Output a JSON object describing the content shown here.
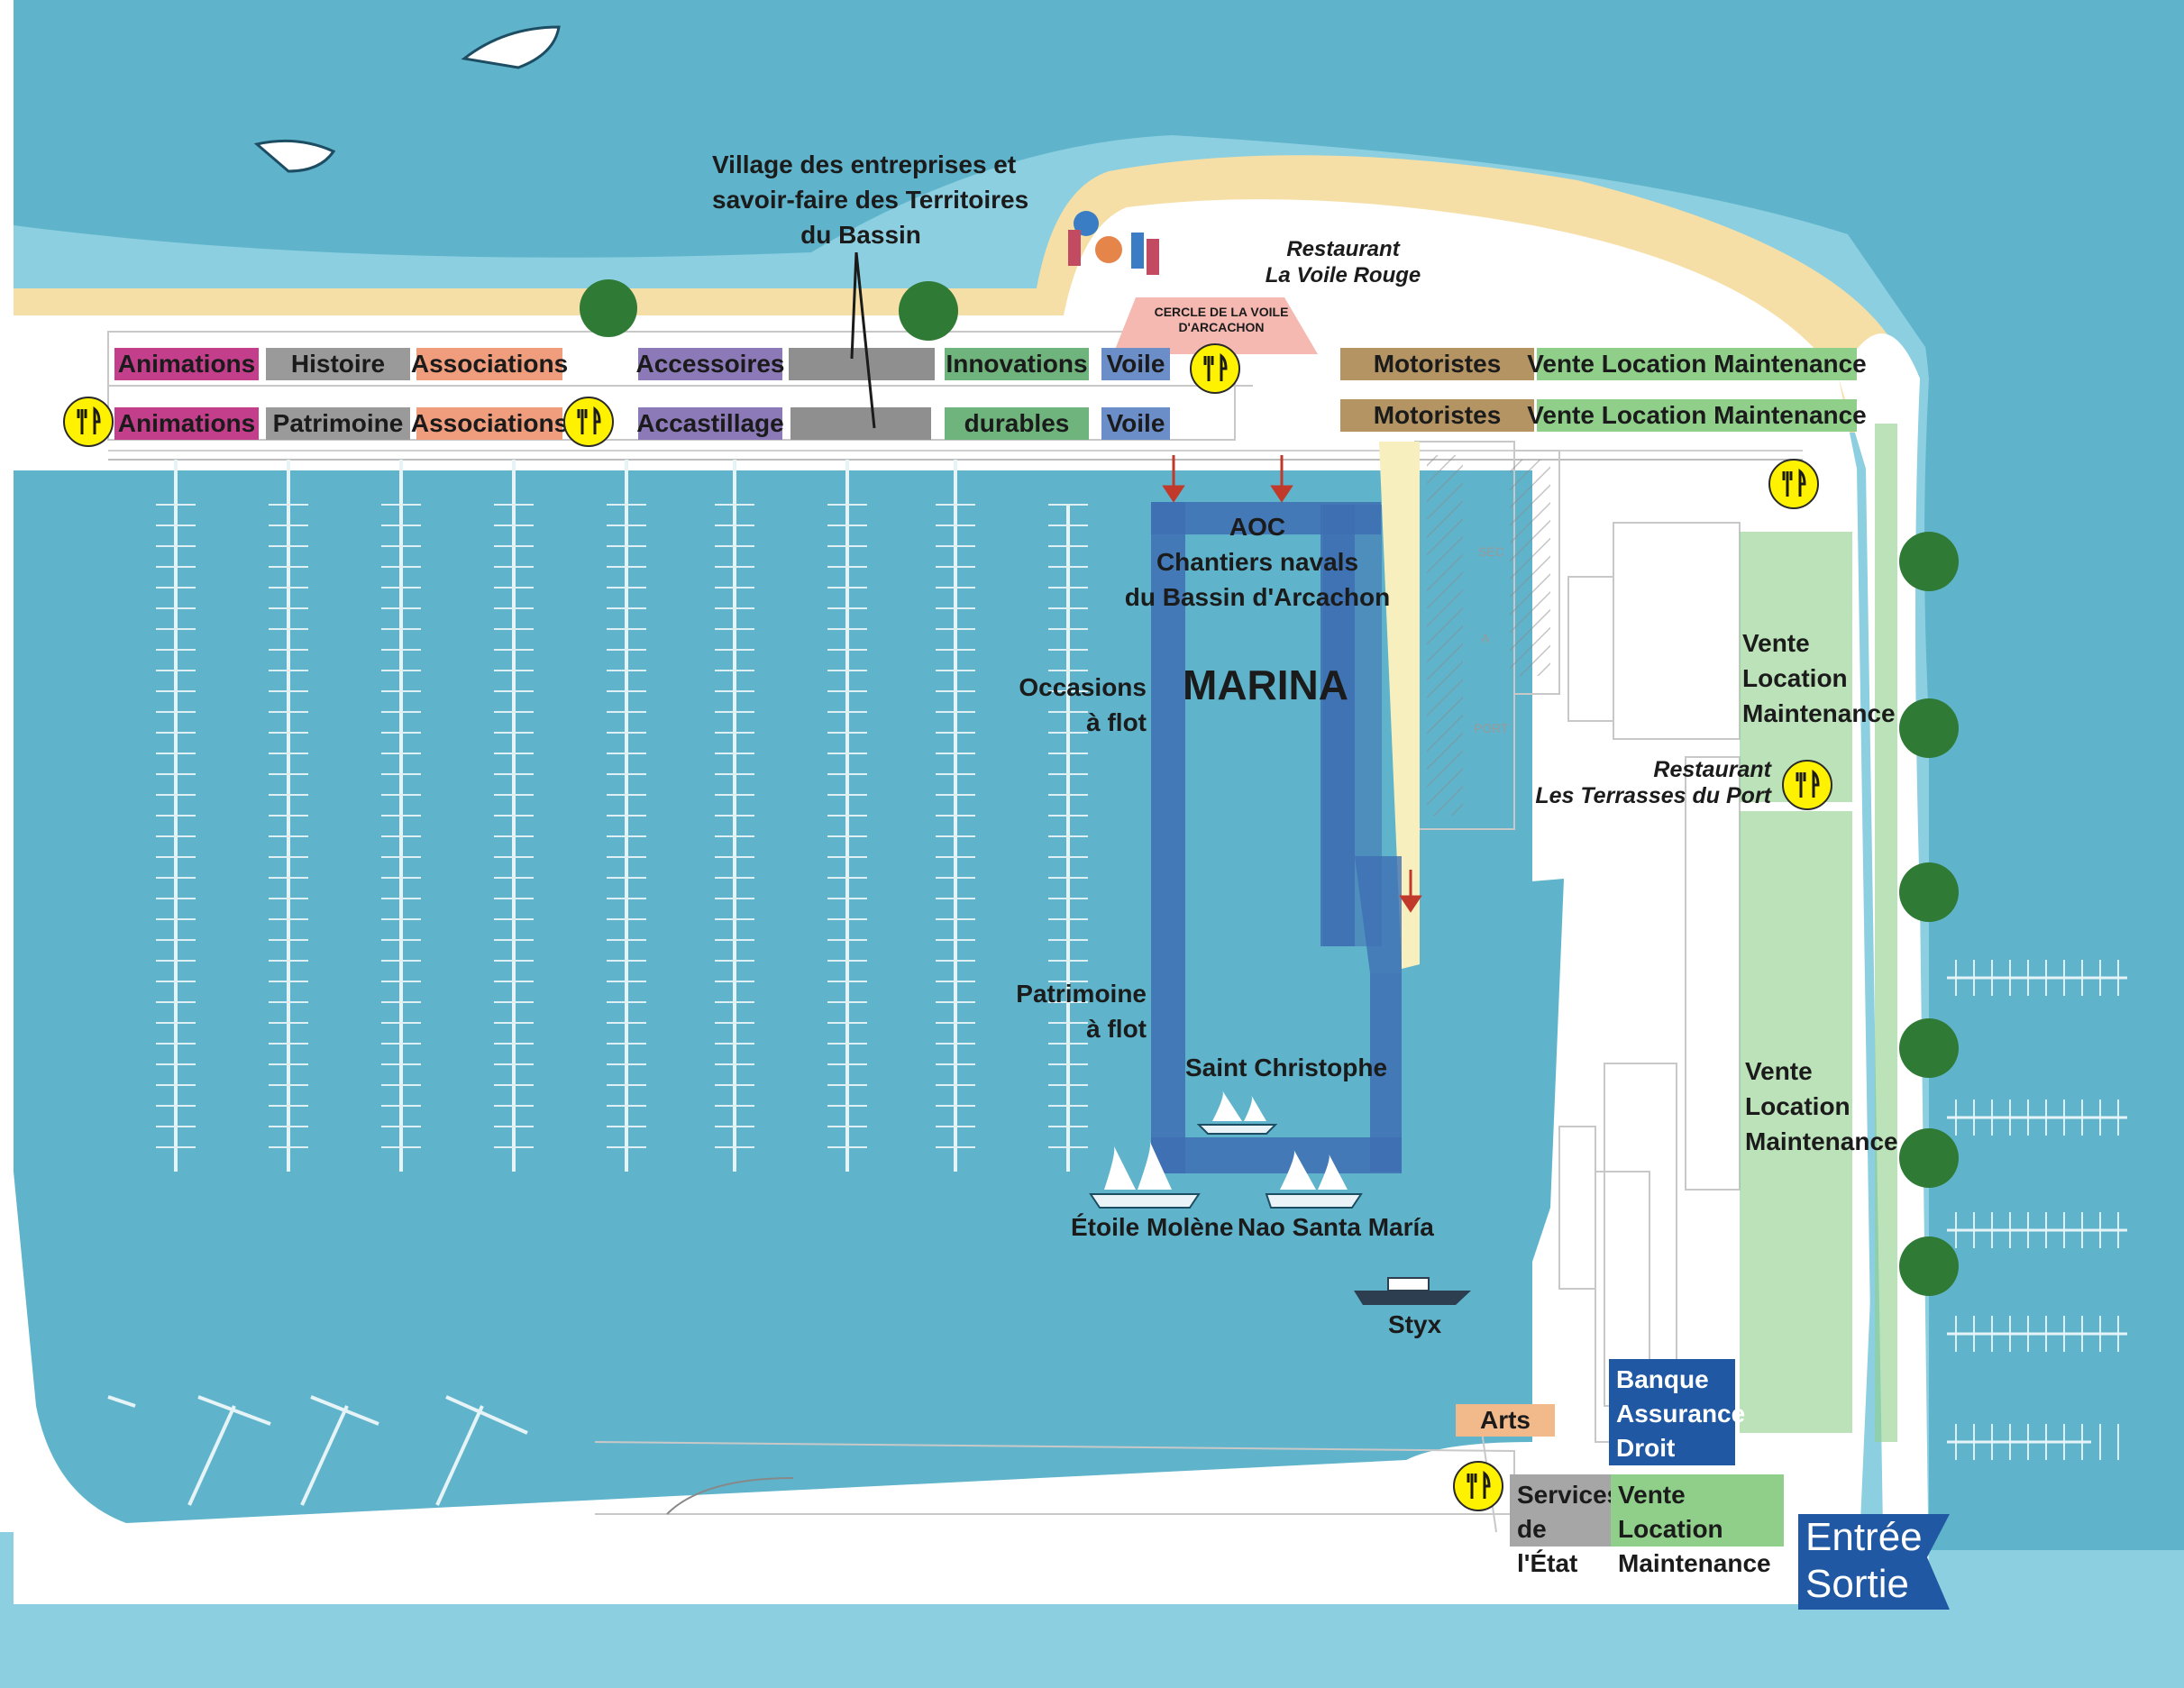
{
  "village_label": [
    "Village des entreprises et",
    "savoir-faire des Territoires",
    "du Bassin"
  ],
  "restaurant_voile": [
    "Restaurant",
    "La Voile Rouge"
  ],
  "cercle": [
    "CERCLE DE LA VOILE",
    "D'ARCACHON"
  ],
  "row1": {
    "animations": "Animations",
    "histoire": "Histoire",
    "associations": "Associations",
    "accessoires": "Accessoires",
    "innovations": "Innovations",
    "voile": "Voile",
    "motoristes": "Motoristes",
    "vlm": "Vente Location Maintenance"
  },
  "row2": {
    "animations": "Animations",
    "patrimoine": "Patrimoine",
    "associations": "Associations",
    "accastillage": "Accastillage",
    "durables": "durables",
    "voile": "Voile",
    "motoristes": "Motoristes",
    "vlm": "Vente Location Maintenance"
  },
  "aoc": [
    "AOC",
    "Chantiers navals",
    "du Bassin d'Arcachon"
  ],
  "marina": "MARINA",
  "occasions": [
    "Occasions",
    "à flot"
  ],
  "patrimoine_flot": [
    "Patrimoine",
    "à flot"
  ],
  "saint_christophe": "Saint Christophe",
  "etoile": "Étoile Molène",
  "nao": "Nao Santa María",
  "styx": "Styx",
  "vlm_right_top": [
    "Vente",
    "Location",
    "Maintenance"
  ],
  "vlm_right_bottom": [
    "Vente",
    "Location",
    "Maintenance"
  ],
  "restaurant_terrasses": [
    "Restaurant",
    "Les Terrasses du Port"
  ],
  "arts": "Arts",
  "banque": [
    "Banque",
    "Assurance",
    "Droit"
  ],
  "services": [
    "Services",
    "de l'État"
  ],
  "vlm_bottom": [
    "Vente Location",
    "Maintenance"
  ],
  "entree": [
    "Entrée",
    "Sortie"
  ],
  "plan_small_text": {
    "sec": "SEC",
    "a": "A",
    "port": "PORT"
  },
  "colors": {
    "water": "#5fb4cb",
    "sea_light": "#8ccfe0",
    "sand": "#f6dfa7",
    "animations": "#c33f8c",
    "histoire": "#9a9a9a",
    "associations": "#ef9d7c",
    "accessoires": "#8c79b8",
    "innovations": "#6fb37d",
    "voile": "#6b8ec8",
    "motoristes": "#b39462",
    "vlm": "#8fcf8a",
    "aoc_blue": "#3e6fb3",
    "banque": "#2058a3",
    "arts": "#f2b98b",
    "services": "#a6a6a6",
    "restaurant_icon": "#fff200"
  },
  "icons": [
    "restaurant-icon",
    "tree-icon",
    "sailing-ship-icon",
    "patrol-boat-icon",
    "motorboat-icon",
    "parasol-icon",
    "down-arrow-icon"
  ]
}
